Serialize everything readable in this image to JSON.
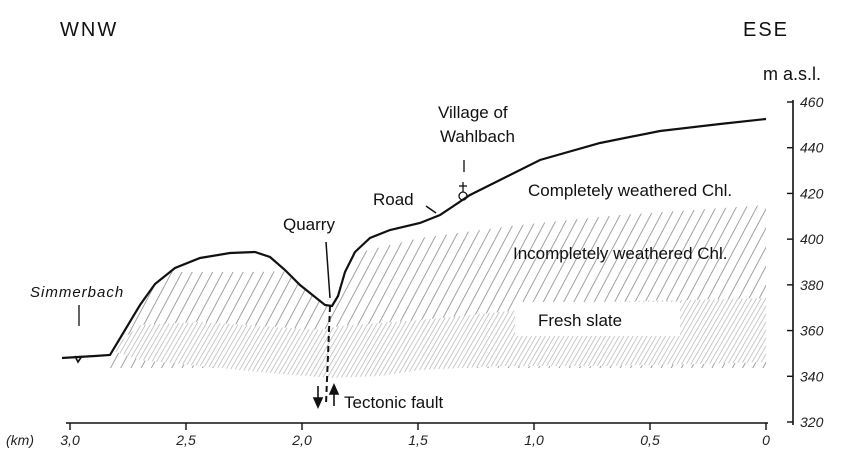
{
  "header": {
    "left_direction": "WNW",
    "right_direction": "ESE"
  },
  "axis": {
    "y_unit": "m a.s.l.",
    "y_ticks": [
      "460",
      "440",
      "420",
      "400",
      "380",
      "360",
      "340",
      "320"
    ],
    "x_unit": "(km)",
    "x_ticks": [
      "3,0",
      "2,5",
      "2,0",
      "1,5",
      "1,0",
      "0,5",
      "0"
    ]
  },
  "labels": {
    "simmerbach": "Simmerbach",
    "quarry": "Quarry",
    "road": "Road",
    "village_line1": "Village of",
    "village_line2": "Wahlbach",
    "completely_weathered": "Completely weathered Chl.",
    "incompletely_weathered": "Incompletely weathered Chl.",
    "fresh_slate": "Fresh slate",
    "tectonic_fault": "Tectonic fault"
  },
  "colors": {
    "line": "#111111",
    "hatch": "#8a8a8a",
    "stipple": "#b0b0b0"
  }
}
